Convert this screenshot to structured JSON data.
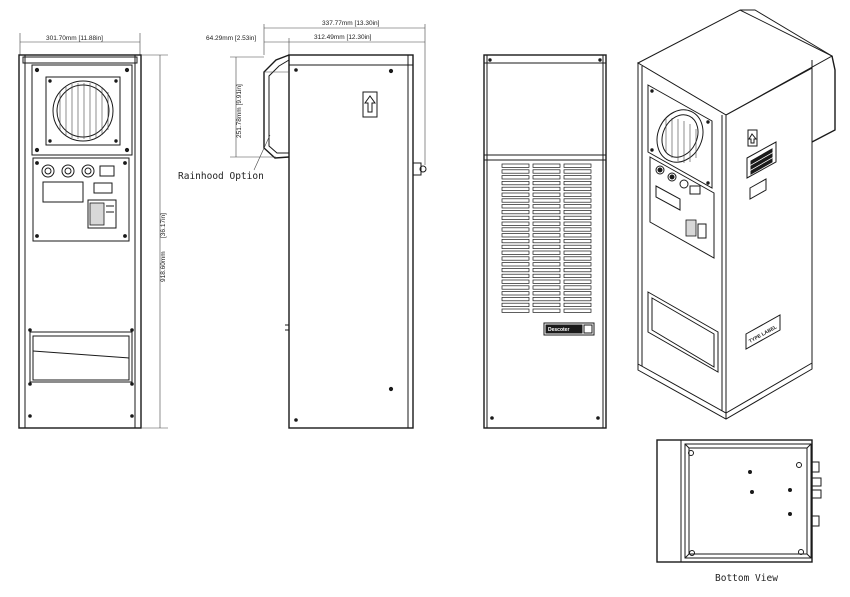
{
  "front_view": {
    "width_dim": "301.70mm [11.88in]",
    "height_dim_mm": "918.60mm",
    "height_dim_in": "[36.17in]"
  },
  "side_view": {
    "overall_depth_dim": "337.77mm [13.30in]",
    "rainhood_depth_dim": "64.29mm [2.53in]",
    "body_depth_dim": "312.49mm [12.30in]",
    "rainhood_height_dim": "251.78mm [9.91in]",
    "rainhood_label": "Rainhood Option"
  },
  "rear_view": {
    "brand_plate": "Descoter"
  },
  "iso_view": {
    "type_label": "TYPE LABEL"
  },
  "bottom_view": {
    "label": "Bottom View"
  }
}
